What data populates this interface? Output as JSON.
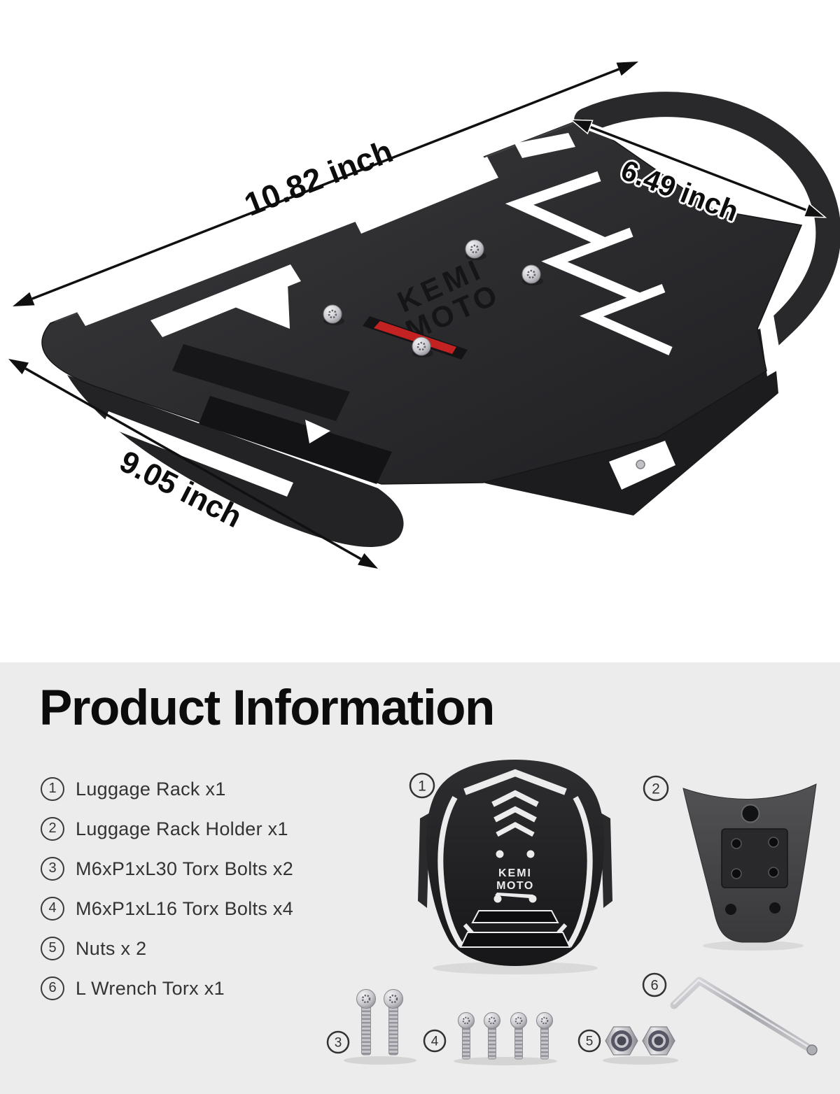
{
  "photo": {
    "dim_length": "10.82 inch",
    "dim_width": "6.49 inch",
    "dim_depth": "9.05 inch",
    "brand_line1": "KEMI",
    "brand_line2": "MOTO"
  },
  "info": {
    "title": "Product Information",
    "items": [
      {
        "num": "1",
        "label": "Luggage Rack x1"
      },
      {
        "num": "2",
        "label": "Luggage Rack Holder x1"
      },
      {
        "num": "3",
        "label": "M6xP1xL30 Torx Bolts x2"
      },
      {
        "num": "4",
        "label": "M6xP1xL16 Torx Bolts x4"
      },
      {
        "num": "5",
        "label": "Nuts x 2"
      },
      {
        "num": "6",
        "label": "L Wrench Torx x1"
      }
    ]
  },
  "callouts": [
    "1",
    "2",
    "3",
    "4",
    "5",
    "6"
  ],
  "colors": {
    "background_top": "#ffffff",
    "background_info": "#ececec",
    "metal_black": "#2c2c2e",
    "accent_red": "#c22222",
    "steel_silver": "#c6c6ca",
    "text_dark": "#0d0d0d"
  }
}
